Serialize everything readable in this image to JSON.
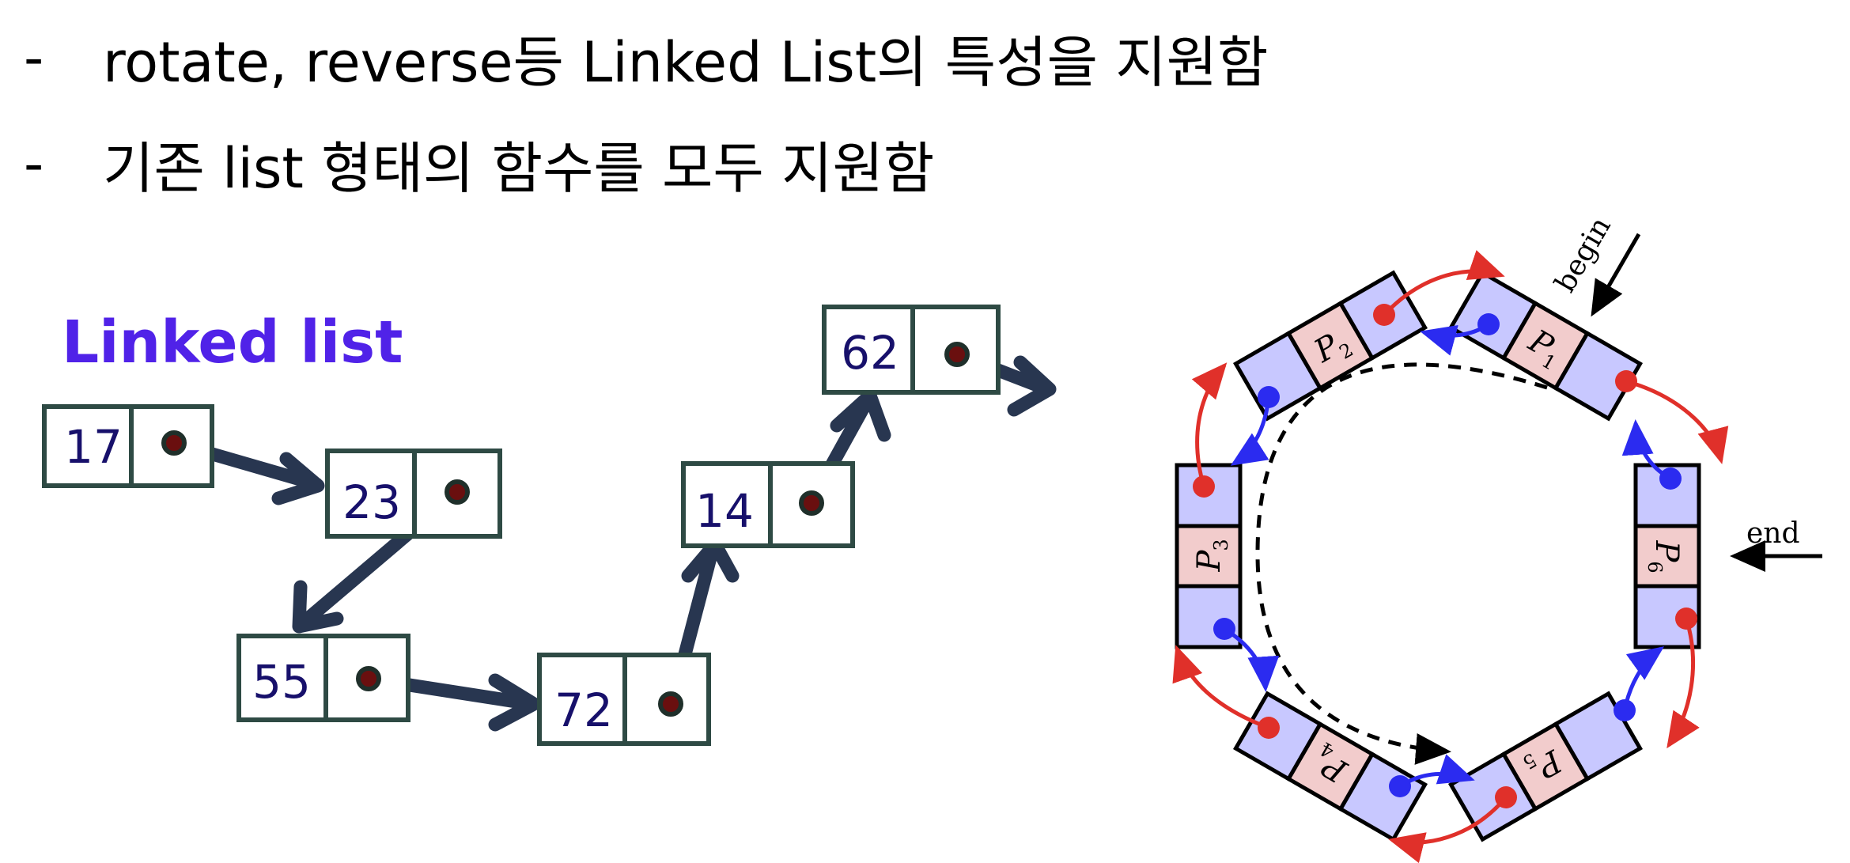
{
  "bullets": [
    {
      "marker": "-",
      "text": "rotate, reverse등 Linked List의 특성을 지원함"
    },
    {
      "marker": "-",
      "text": "기존 list 형태의 함수를 모두 지원함"
    }
  ],
  "linked_list": {
    "title": "Linked list",
    "title_color": "#5022e8",
    "node_values": [
      "17",
      "23",
      "55",
      "72",
      "14",
      "62"
    ],
    "arrow_color": "#283650",
    "dot_color": "#6a0f0f",
    "value_color": "#17106b"
  },
  "circular_list": {
    "node_labels": [
      "P",
      "P",
      "P",
      "P",
      "P",
      "P"
    ],
    "node_subscripts": [
      "1",
      "2",
      "3",
      "4",
      "5",
      "6"
    ],
    "begin_label": "begin",
    "end_label": "end",
    "colors": {
      "pointer_fill": "#c8c8ff",
      "label_fill": "#f2cccc",
      "next_arrow": "#e0302a",
      "prev_arrow": "#2b2bf0"
    }
  }
}
